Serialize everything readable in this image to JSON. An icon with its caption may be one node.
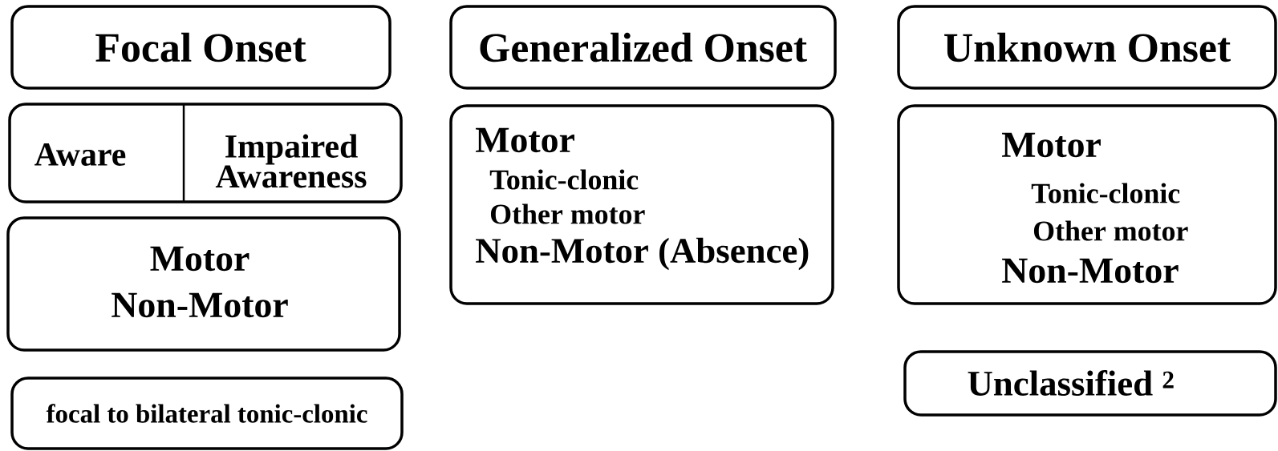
{
  "diagram": {
    "nodes": [
      {
        "text": [
          "Focal Onset"
        ]
      },
      {
        "text": [
          "Aware",
          "Impaired Awareness"
        ]
      },
      {
        "text": [
          "Motor",
          "Non-Motor"
        ]
      },
      {
        "text": [
          "focal to bilateral tonic-clonic"
        ]
      },
      {
        "text": [
          "Generalized Onset"
        ]
      },
      {
        "text": [
          "Motor",
          "Tonic-clonic",
          "Other motor",
          "Non-Motor (Absence)"
        ]
      },
      {
        "text": [
          "Unknown Onset"
        ]
      },
      {
        "text": [
          "Motor",
          "Tonic-clonic",
          "Other motor",
          "Non-Motor"
        ]
      },
      {
        "text": [
          "Unclassified $^{2}$"
        ]
      }
    ]
  }
}
